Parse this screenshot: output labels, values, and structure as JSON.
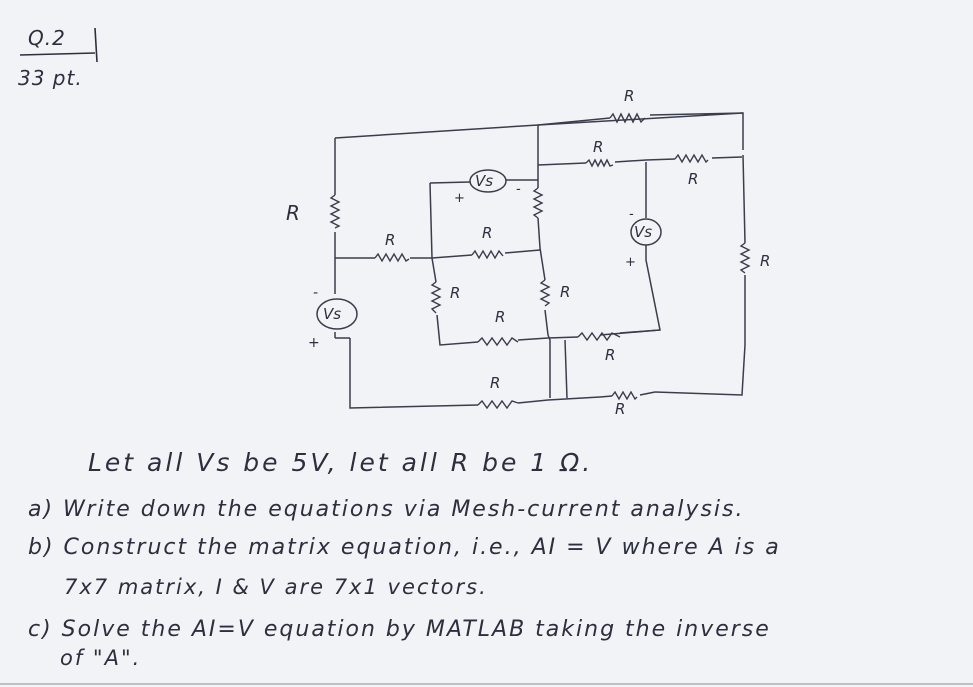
{
  "header": {
    "question": "Q.2",
    "points": "33 pt."
  },
  "circuit": {
    "resistor_label": "R",
    "source_label": "Vs",
    "plus": "+",
    "minus": "-"
  },
  "problem": {
    "statement": "Let all Vs be 5V, let all R be 1 Ω.",
    "part_a": "a) Write down the equations via Mesh-current analysis.",
    "part_b_line1": "b) Construct the matrix equation, i.e., AI = V where A is a",
    "part_b_line2": "7x7 matrix, I & V are 7x1 vectors.",
    "part_c_line1": "c) Solve the AI=V equation by MATLAB taking the inverse",
    "part_c_line2": "of \"A\"."
  }
}
